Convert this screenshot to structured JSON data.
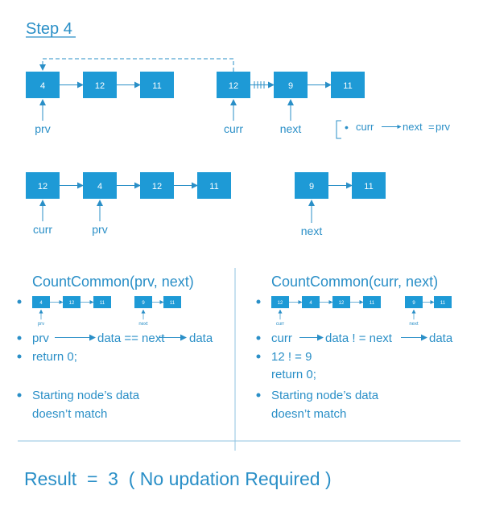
{
  "title": "Step 4",
  "colors": {
    "node": "#1E9AD6",
    "node_text": "#ffffff",
    "accent": "#2a8fc7",
    "divider": "#8fc3e2"
  },
  "top_list_a": {
    "nodes": [
      "4",
      "12",
      "11"
    ],
    "prv_label": "prv"
  },
  "top_list_b": {
    "nodes": [
      "12",
      "9",
      "11"
    ],
    "curr_label": "curr",
    "next_label": "next"
  },
  "note": {
    "bullet": "•",
    "curr": "curr",
    "next": "next",
    "eq": "=",
    "prv": "prv"
  },
  "mid_list_a": {
    "nodes": [
      "12",
      "4",
      "12",
      "11"
    ],
    "curr_label": "curr",
    "prv_label": "prv"
  },
  "mid_list_b": {
    "nodes": [
      "9",
      "11"
    ],
    "next_label": "next"
  },
  "left_panel": {
    "title": "CountCommon(prv, next)",
    "mini_a": [
      "4",
      "12",
      "11"
    ],
    "mini_a_label": "prv",
    "mini_b": [
      "9",
      "11"
    ],
    "mini_b_label": "next",
    "line1_a": "prv",
    "line1_b": "data == next",
    "line1_c": "data",
    "line2": "return 0;",
    "line3a": "Starting node’s data",
    "line3b": "doesn’t match"
  },
  "right_panel": {
    "title": "CountCommon(curr, next)",
    "mini_a": [
      "12",
      "4",
      "12",
      "11"
    ],
    "mini_a_label": "curr",
    "mini_b": [
      "9",
      "11"
    ],
    "mini_b_label": "next",
    "line1_a": "curr",
    "line1_b": "data ! = next",
    "line1_c": "data",
    "line2a": "12 ! = 9",
    "line2b": "return 0;",
    "line3a": "Starting node’s data",
    "line3b": "doesn’t match"
  },
  "result": "Result  =  3  ( No updation Required )"
}
